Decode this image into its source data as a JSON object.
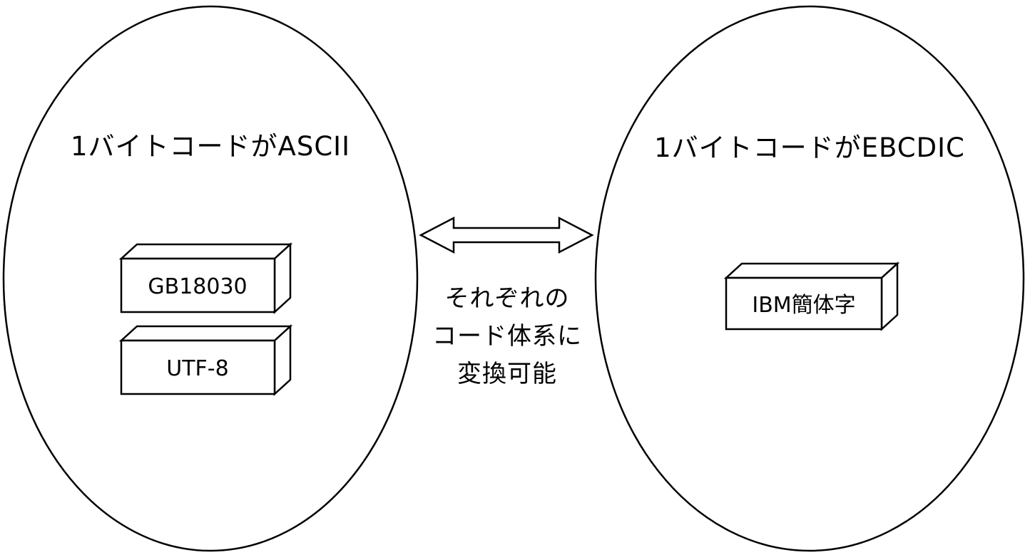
{
  "diagram": {
    "left_group": {
      "label": "1バイトコードがASCII",
      "boxes": [
        "GB18030",
        "UTF-8"
      ]
    },
    "right_group": {
      "label": "1バイトコードがEBCDIC",
      "boxes": [
        "IBM簡体字"
      ]
    },
    "arrow": {
      "caption_lines": [
        "それぞれの",
        "コード体系に",
        "変換可能"
      ]
    },
    "colors": {
      "stroke": "#000000",
      "background": "#ffffff",
      "box_side_shade": "#d9d9d9",
      "box_top_shade": "#ffffff"
    }
  }
}
